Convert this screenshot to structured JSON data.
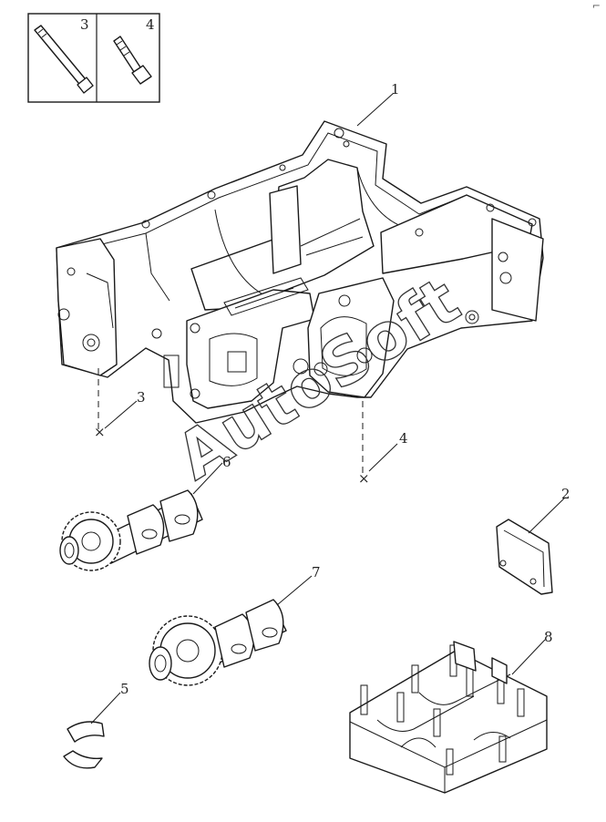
{
  "corner_mark": "⌐",
  "watermark": "AutoSoft",
  "inset": {
    "labels": [
      "3",
      "4"
    ]
  },
  "callouts": [
    "1",
    "2",
    "3",
    "4",
    "5",
    "6",
    "7",
    "8"
  ]
}
